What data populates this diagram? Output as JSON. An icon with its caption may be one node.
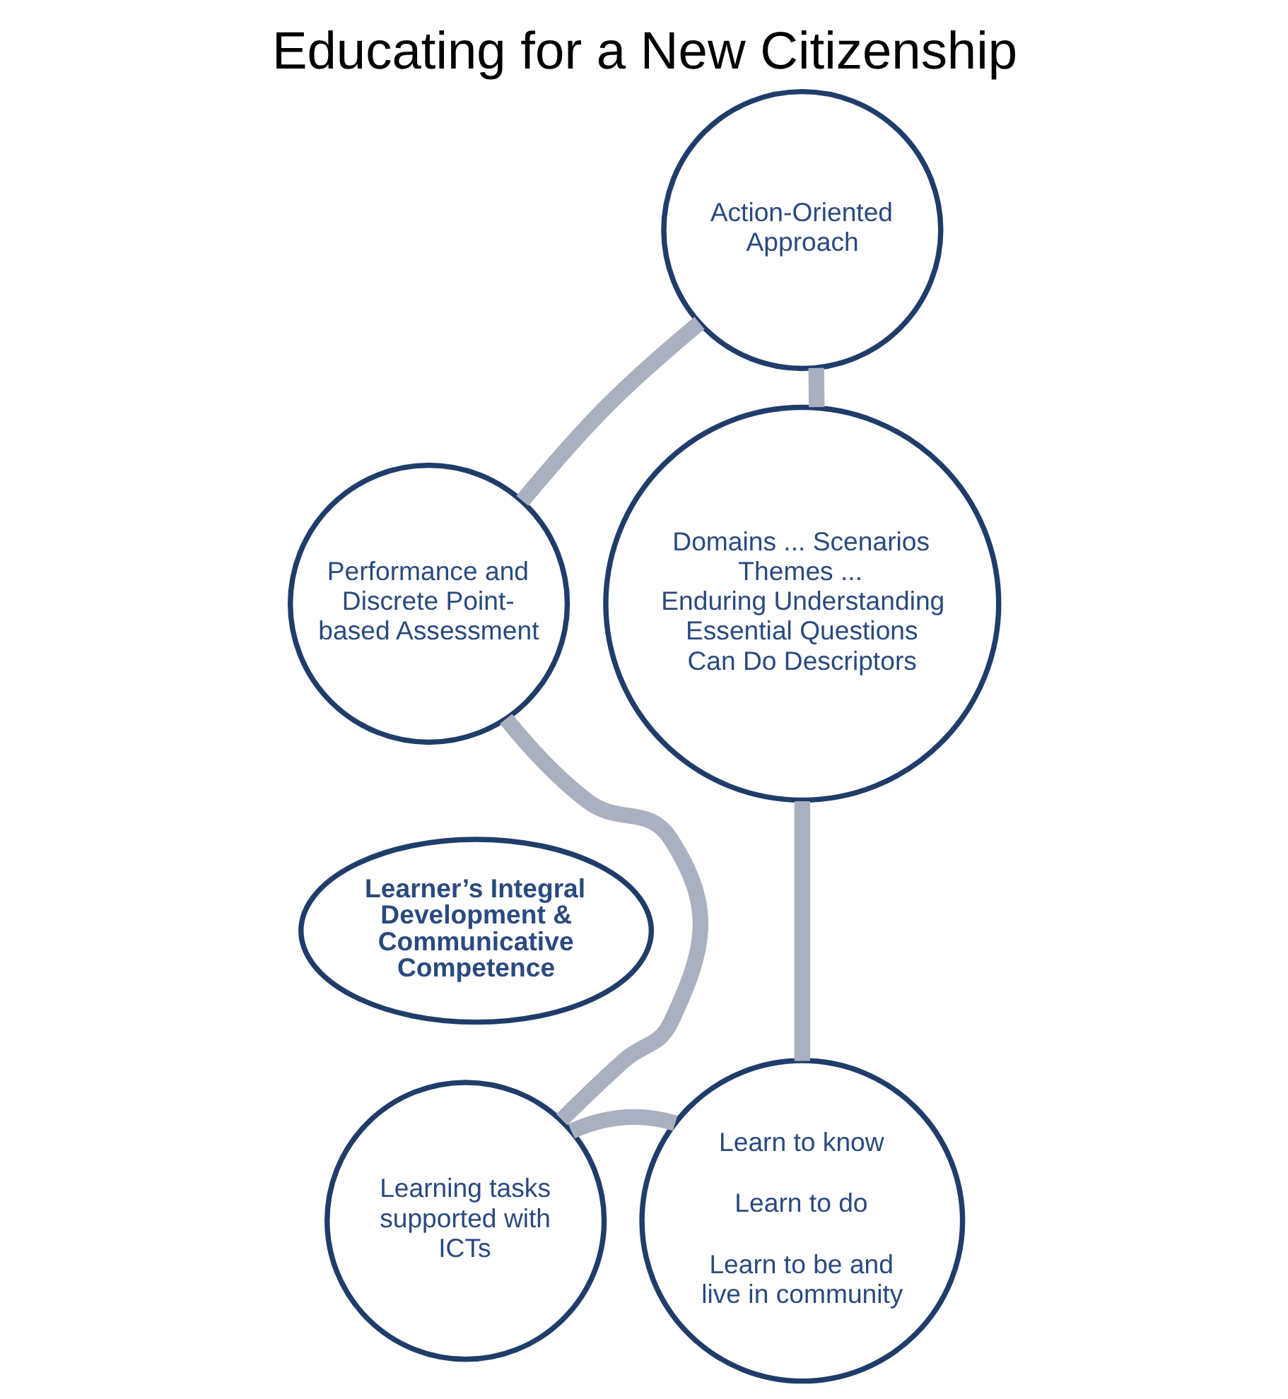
{
  "diagram": {
    "title": "Educating for a New Citizenship",
    "nodes": [
      {
        "text": [
          "Action-Oriented Approach"
        ]
      },
      {
        "text": [
          "Performance and Discrete Point-based Assessment"
        ]
      },
      {
        "text": [
          "Domains ... Scenarios",
          "Themes ...",
          "Enduring Understanding",
          "Essential Questions",
          "Can Do Descriptors"
        ]
      },
      {
        "text": [
          "Learner’s Integral Development & Communicative Competence"
        ]
      },
      {
        "text": [
          "Learning tasks supported with ICTs"
        ]
      },
      {
        "text": [
          "Learn to know",
          "Learn to do",
          "Learn to be and live in community"
        ]
      }
    ],
    "edges": [
      {
        "from": 0,
        "to": 2,
        "arrow": "none"
      },
      {
        "from": 2,
        "to": 5,
        "arrow": "none"
      },
      {
        "from": 5,
        "to": 4,
        "arrow": "none"
      },
      {
        "from": 4,
        "to": 1,
        "arrow": "none"
      },
      {
        "from": 1,
        "to": 0,
        "arrow": "none"
      }
    ]
  }
}
